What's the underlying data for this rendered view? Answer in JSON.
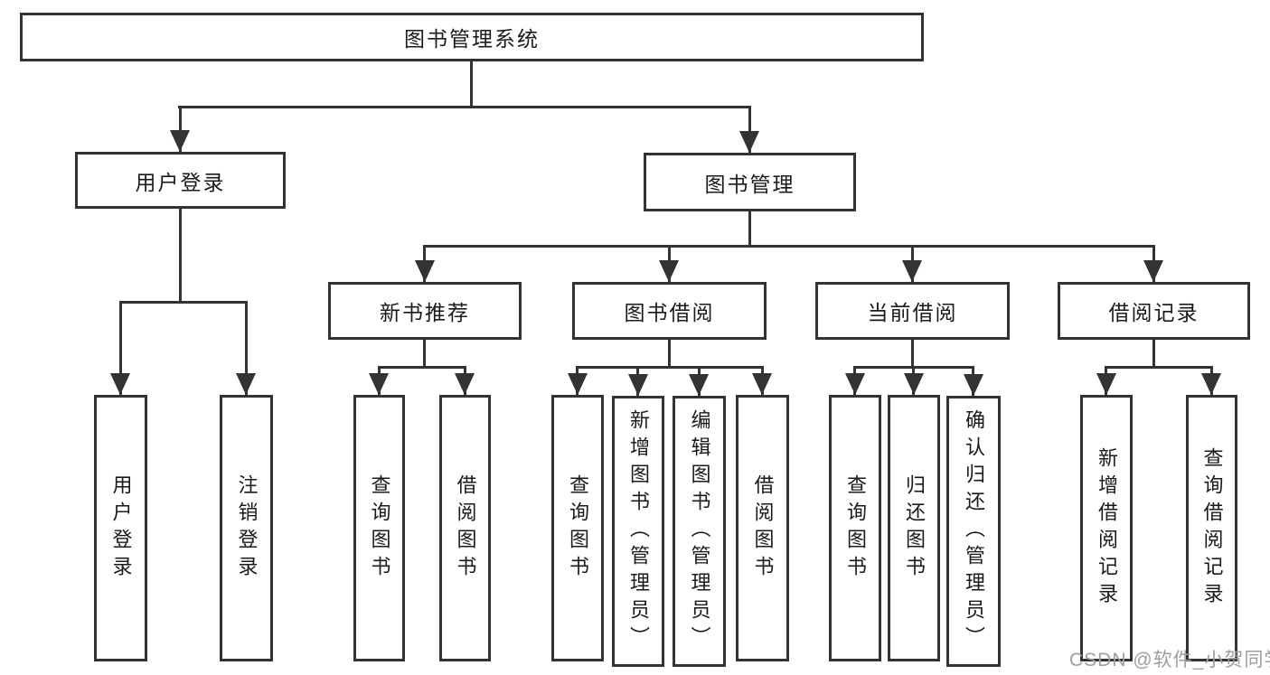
{
  "tree": {
    "root": {
      "label": "图书管理系统"
    },
    "branches": [
      {
        "label": "用户登录",
        "children": [
          {
            "label": "用户登录"
          },
          {
            "label": "注销登录"
          }
        ]
      },
      {
        "label": "图书管理",
        "sections": [
          {
            "label": "新书推荐",
            "children": [
              {
                "label": "查询图书"
              },
              {
                "label": "借阅图书"
              }
            ]
          },
          {
            "label": "图书借阅",
            "children": [
              {
                "label": "查询图书"
              },
              {
                "label": "新增图书（管理员）"
              },
              {
                "label": "编辑图书（管理员）"
              },
              {
                "label": "借阅图书"
              }
            ]
          },
          {
            "label": "当前借阅",
            "children": [
              {
                "label": "查询图书"
              },
              {
                "label": "归还图书"
              },
              {
                "label": "确认归还（管理员）"
              }
            ]
          },
          {
            "label": "借阅记录",
            "children": [
              {
                "label": "新增借阅记录"
              },
              {
                "label": "查询借阅记录"
              }
            ]
          }
        ]
      }
    ]
  },
  "watermark": {
    "text": "CSDN @软件_小贺同学",
    "color": "#9e9e9e"
  },
  "colors": {
    "line": "#333333",
    "box_fill": "#ffffff",
    "text": "#1a1a1a",
    "background": "#ffffff"
  }
}
